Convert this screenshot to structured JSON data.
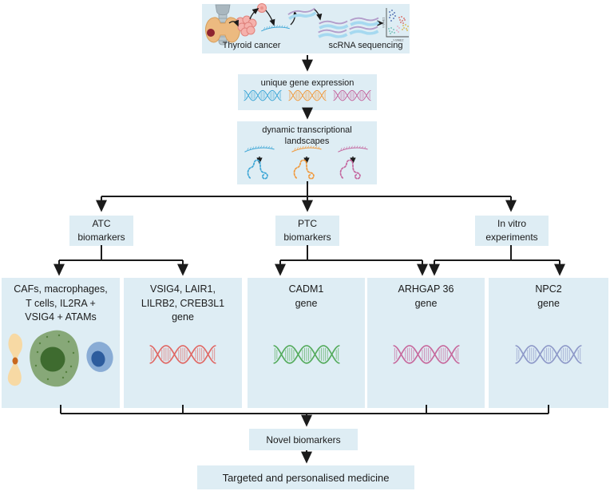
{
  "colors": {
    "box_bg": "#DEEDF4",
    "arrow": "#1B1B1B",
    "strand_blue": "#3FA7D6",
    "strand_orange": "#F09A3E",
    "strand_pink": "#C4679F",
    "helix_red": "#E06A66",
    "helix_green": "#56AC5E",
    "helix_magenta": "#C76B9E",
    "helix_periwinkle": "#8F9AC9",
    "ribbon_blue": "#A6D9F0",
    "ribbon_purple": "#B39DCB",
    "thyroid_tan": "#ECBA80",
    "tumor_red": "#8E2430",
    "cartilage_grey": "#A9B7BF",
    "tumor_cell_pink": "#F5B1AC",
    "caf_tan": "#F7D9A4",
    "macrophage_green": "#87A878",
    "tcell_blue": "#89ACD5"
  },
  "top_panel": {
    "thyroid_label": "Thyroid cancer",
    "scrna_label": "scRNA sequencing",
    "tsne_xlabel": "t-SNE2",
    "tsne_ylabel": "t-SNE1"
  },
  "flow": {
    "unique_gene_expression": "unique gene expression",
    "dynamic_landscapes_lines": [
      "dynamic transcriptional",
      "landscapes"
    ],
    "novel_biomarkers": "Novel biomarkers",
    "targeted_medicine": "Targeted and personalised medicine"
  },
  "branches": [
    {
      "lines": [
        "ATC",
        "biomarkers"
      ]
    },
    {
      "lines": [
        "PTC",
        "biomarkers"
      ]
    },
    {
      "lines": [
        "In vitro",
        "experiments"
      ]
    }
  ],
  "gene_boxes": [
    {
      "lines": [
        "CAFs, macrophages,",
        "T cells, IL2RA +",
        "VSIG4 + ATAMs"
      ],
      "illustration": "immune-cells"
    },
    {
      "lines": [
        "VSIG4, LAIR1,",
        "LILRB2, CREB3L1",
        "gene"
      ],
      "illustration": "dna-helix",
      "helix_color": "#E06A66"
    },
    {
      "lines": [
        "CADM1",
        "gene"
      ],
      "illustration": "dna-helix",
      "helix_color": "#56AC5E"
    },
    {
      "lines": [
        "ARHGAP 36",
        "gene"
      ],
      "illustration": "dna-helix",
      "helix_color": "#C76B9E"
    },
    {
      "lines": [
        "NPC2",
        "gene"
      ],
      "illustration": "dna-helix",
      "helix_color": "#8F9AC9"
    }
  ]
}
